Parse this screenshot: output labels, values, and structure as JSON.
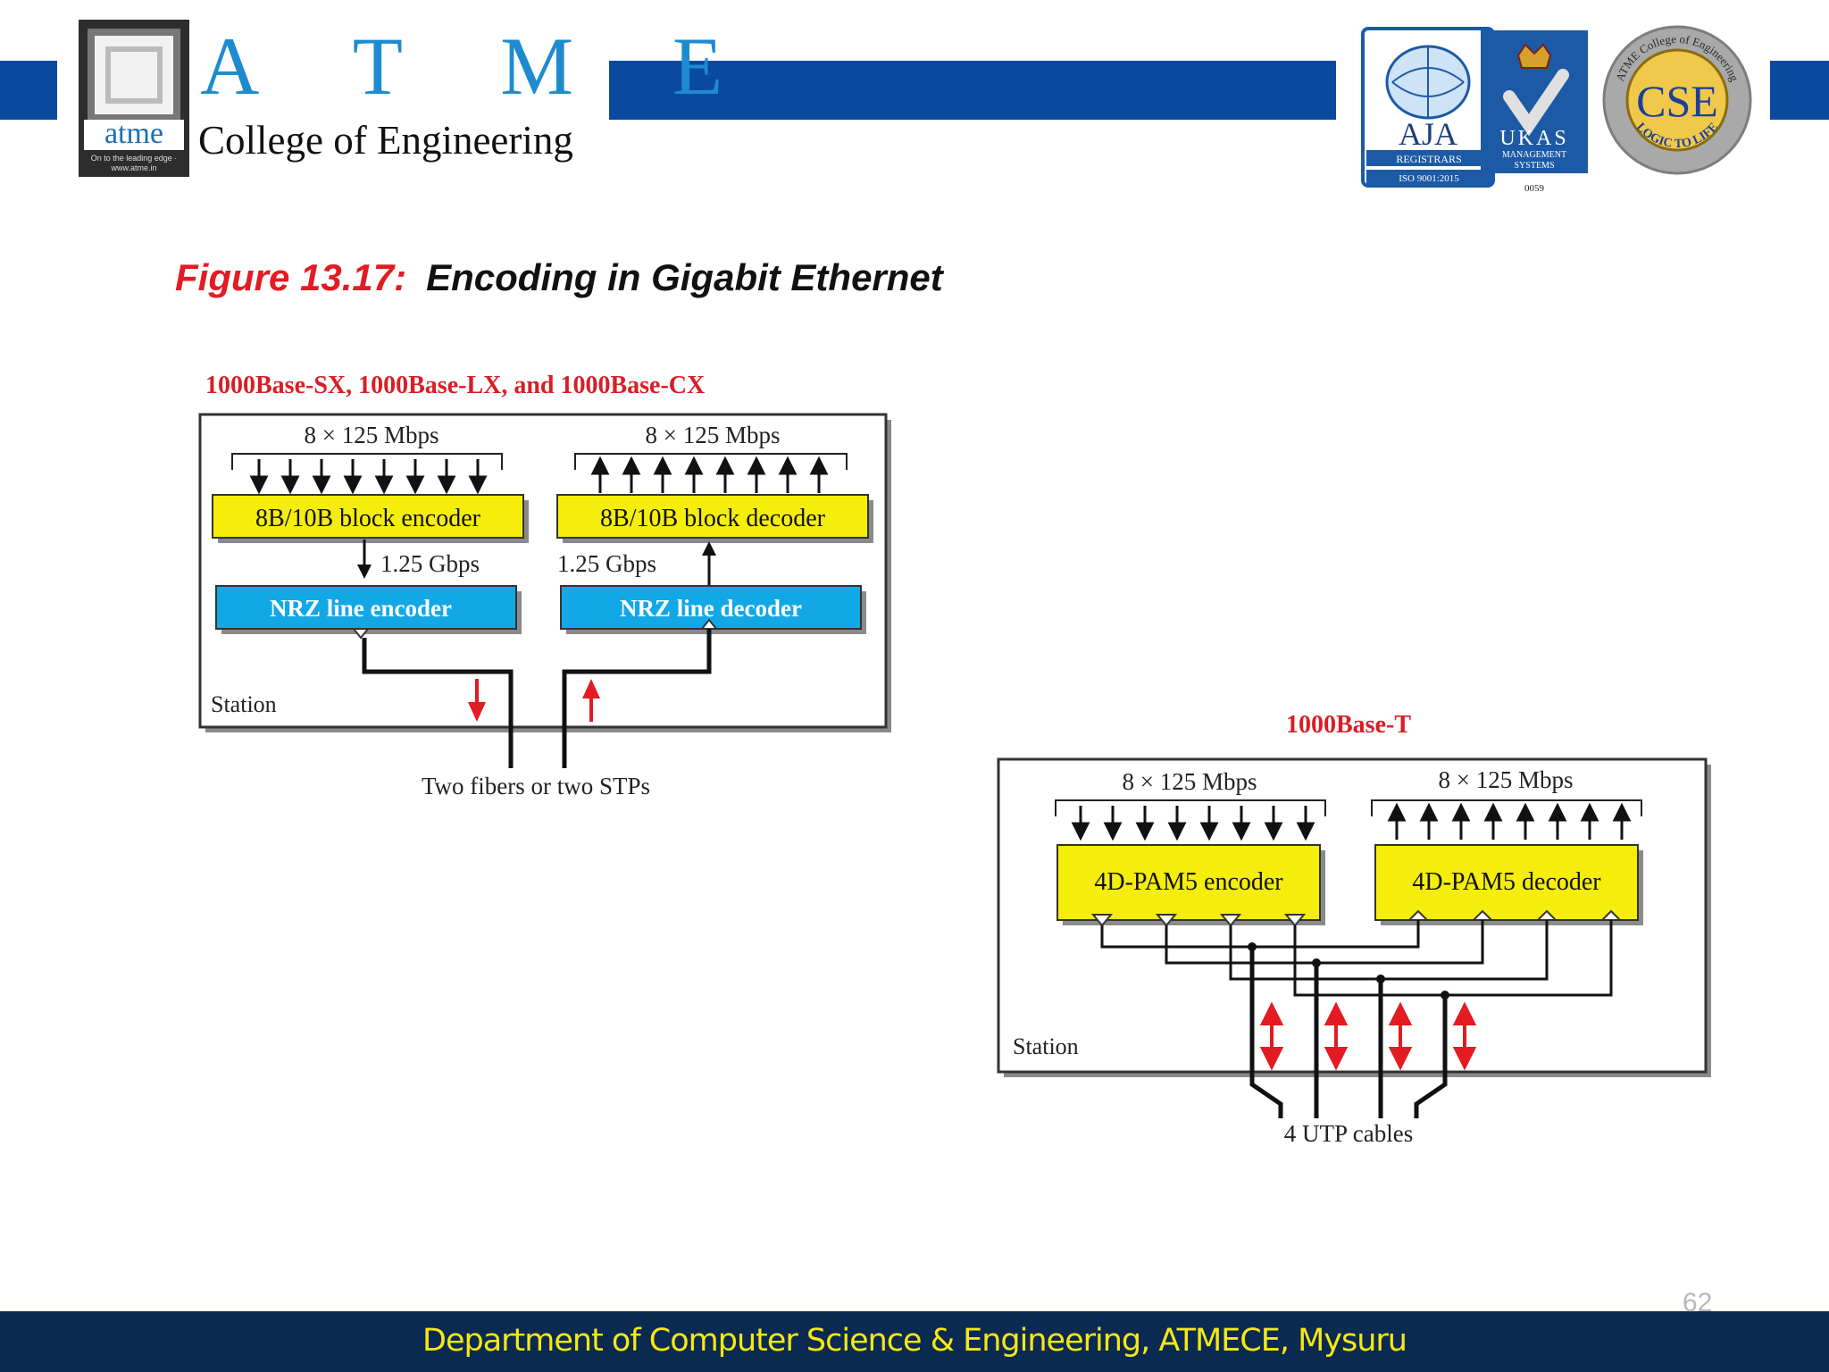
{
  "header": {
    "logo_word": "atme",
    "logo_tagline": "On to the leading edge · www.atme.in",
    "brand_letters": "A T M E",
    "college_name": "College of Engineering",
    "badges": {
      "aja": {
        "title": "AJA",
        "line1": "REGISTRARS",
        "line2": "ISO 9001:2015"
      },
      "ukas": {
        "title": "UKAS",
        "line1": "MANAGEMENT",
        "line2": "SYSTEMS",
        "code": "0059"
      },
      "cse": {
        "title": "CSE",
        "ring_top": "ATME College of Engineering",
        "ring_bottom": "LOGIC TO LIFE"
      }
    }
  },
  "figure": {
    "number": "Figure 13.17:",
    "title": "Encoding in Gigabit Ethernet"
  },
  "diagram_left": {
    "caption": "1000Base-SX, 1000Base-LX, and 1000Base-CX",
    "rate_left": "8 × 125 Mbps",
    "rate_right": "8 × 125 Mbps",
    "encoder": "8B/10B block encoder",
    "decoder": "8B/10B block decoder",
    "gbps_left": "1.25 Gbps",
    "gbps_right": "1.25 Gbps",
    "nrz_encoder": "NRZ line encoder",
    "nrz_decoder": "NRZ line decoder",
    "station": "Station",
    "medium": "Two fibers or two STPs"
  },
  "diagram_right": {
    "caption": "1000Base-T",
    "rate_left": "8 × 125 Mbps",
    "rate_right": "8 × 125 Mbps",
    "encoder": "4D-PAM5 encoder",
    "decoder": "4D-PAM5 decoder",
    "station": "Station",
    "medium": "4 UTP cables"
  },
  "colors": {
    "band_blue": "#0a4a9e",
    "footer_bg": "#0b2a52",
    "footer_text": "#f6e812",
    "yellow_box": "#f5ee0a",
    "cyan_box": "#12a8e6",
    "red": "#e31b23"
  },
  "footer": {
    "text": "Department of Computer Science & Engineering, ATMECE, Mysuru",
    "page_number": "62"
  }
}
